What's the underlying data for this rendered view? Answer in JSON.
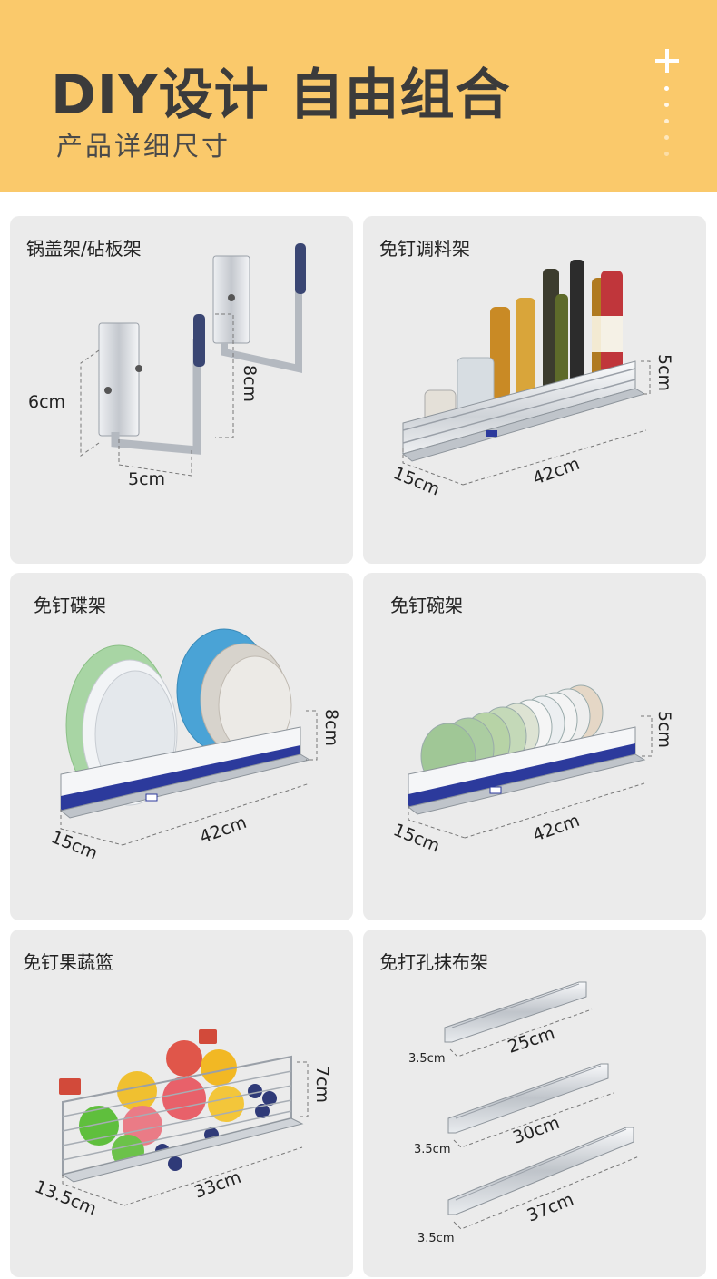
{
  "banner": {
    "title_highlight": "DIY设计",
    "title_rest": "自由组合",
    "subtitle": "产品详细尺寸"
  },
  "colors": {
    "banner_bg": "#fac96b",
    "card_bg": "#ebebeb",
    "steel": "#c9ccd1",
    "rail_blue": "#2c3a9c",
    "cap_navy": "#3a4673"
  },
  "cards": [
    {
      "title": "锅盖架/砧板架",
      "dims": [
        "6cm",
        "8cm",
        "5cm"
      ]
    },
    {
      "title": "免钉调料架",
      "dims": [
        "5cm",
        "15cm",
        "42cm"
      ]
    },
    {
      "title": "免钉碟架",
      "dims": [
        "8cm",
        "15cm",
        "42cm"
      ]
    },
    {
      "title": "免钉碗架",
      "dims": [
        "5cm",
        "15cm",
        "42cm"
      ]
    },
    {
      "title": "免钉果蔬篮",
      "dims": [
        "7cm",
        "13.5cm",
        "33cm"
      ]
    },
    {
      "title": "免打孔抹布架",
      "dims": [
        "3.5cm",
        "25cm",
        "3.5cm",
        "30cm",
        "3.5cm",
        "37cm"
      ]
    }
  ]
}
